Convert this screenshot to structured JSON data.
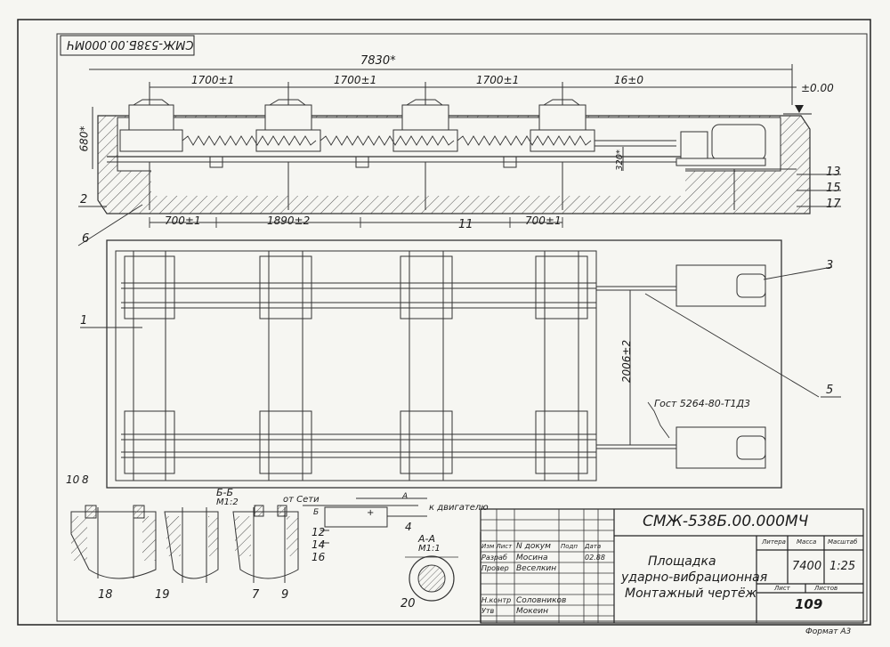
{
  "stamp_top": "СМЖ-538Б.00.000МЧ",
  "dims": {
    "overall": "7830*",
    "span1": "1700±1",
    "span2": "1700±1",
    "span3": "1700±1",
    "span4": "16±0",
    "level": "±0.00",
    "height": "680*",
    "h320": "320*",
    "low1": "700±1",
    "low2": "1890±2",
    "low3": "700±1",
    "vert": "2006±2"
  },
  "positions": {
    "p1": "1",
    "p2": "2",
    "p3": "3",
    "p5": "5",
    "p6": "6",
    "p11": "11",
    "p13": "13",
    "p15": "15",
    "p17": "17",
    "p10": "10",
    "p8": "8",
    "p18": "18",
    "p19": "19",
    "p7": "7",
    "p9": "9",
    "p12": "12",
    "p14": "14",
    "p16": "16",
    "p4": "4",
    "p20": "20"
  },
  "gost": "Гост 5264-80-Т1Д3",
  "sections": {
    "bb": "Б-Б",
    "bb_scale": "М1:2",
    "aa": "А-А",
    "aa_scale": "М1:1"
  },
  "wiring": {
    "from_net": "от Сети",
    "to_motor": "к двигателю",
    "a_label": "А",
    "b_label": "Б",
    "plus": "+"
  },
  "title_block": {
    "code": "СМЖ-538Б.00.000МЧ",
    "name_line1": "Площадка",
    "name_line2": "ударно-вибрационная",
    "name_line3": "Монтажный чертёж",
    "litera_h": "Литера",
    "massa_h": "Масса",
    "masshtab_h": "Масштаб",
    "massa": "7400",
    "masshtab": "1:25",
    "list_h": "Лист",
    "listov_h": "Листов",
    "sheet_no": "109",
    "format": "Формат А3",
    "rows": [
      {
        "role": "Изм Лист",
        "name": "N докум",
        "sign": "Подп",
        "date": "Дата"
      },
      {
        "role": "Разраб",
        "name": "Мосина",
        "sign": "",
        "date": "02.88"
      },
      {
        "role": "Провер",
        "name": "Веселкин",
        "sign": "",
        "date": ""
      },
      {
        "role": "Н.контр",
        "name": "Соловников",
        "sign": "",
        "date": ""
      },
      {
        "role": "Утв",
        "name": "Мокеин",
        "sign": "",
        "date": ""
      }
    ]
  }
}
